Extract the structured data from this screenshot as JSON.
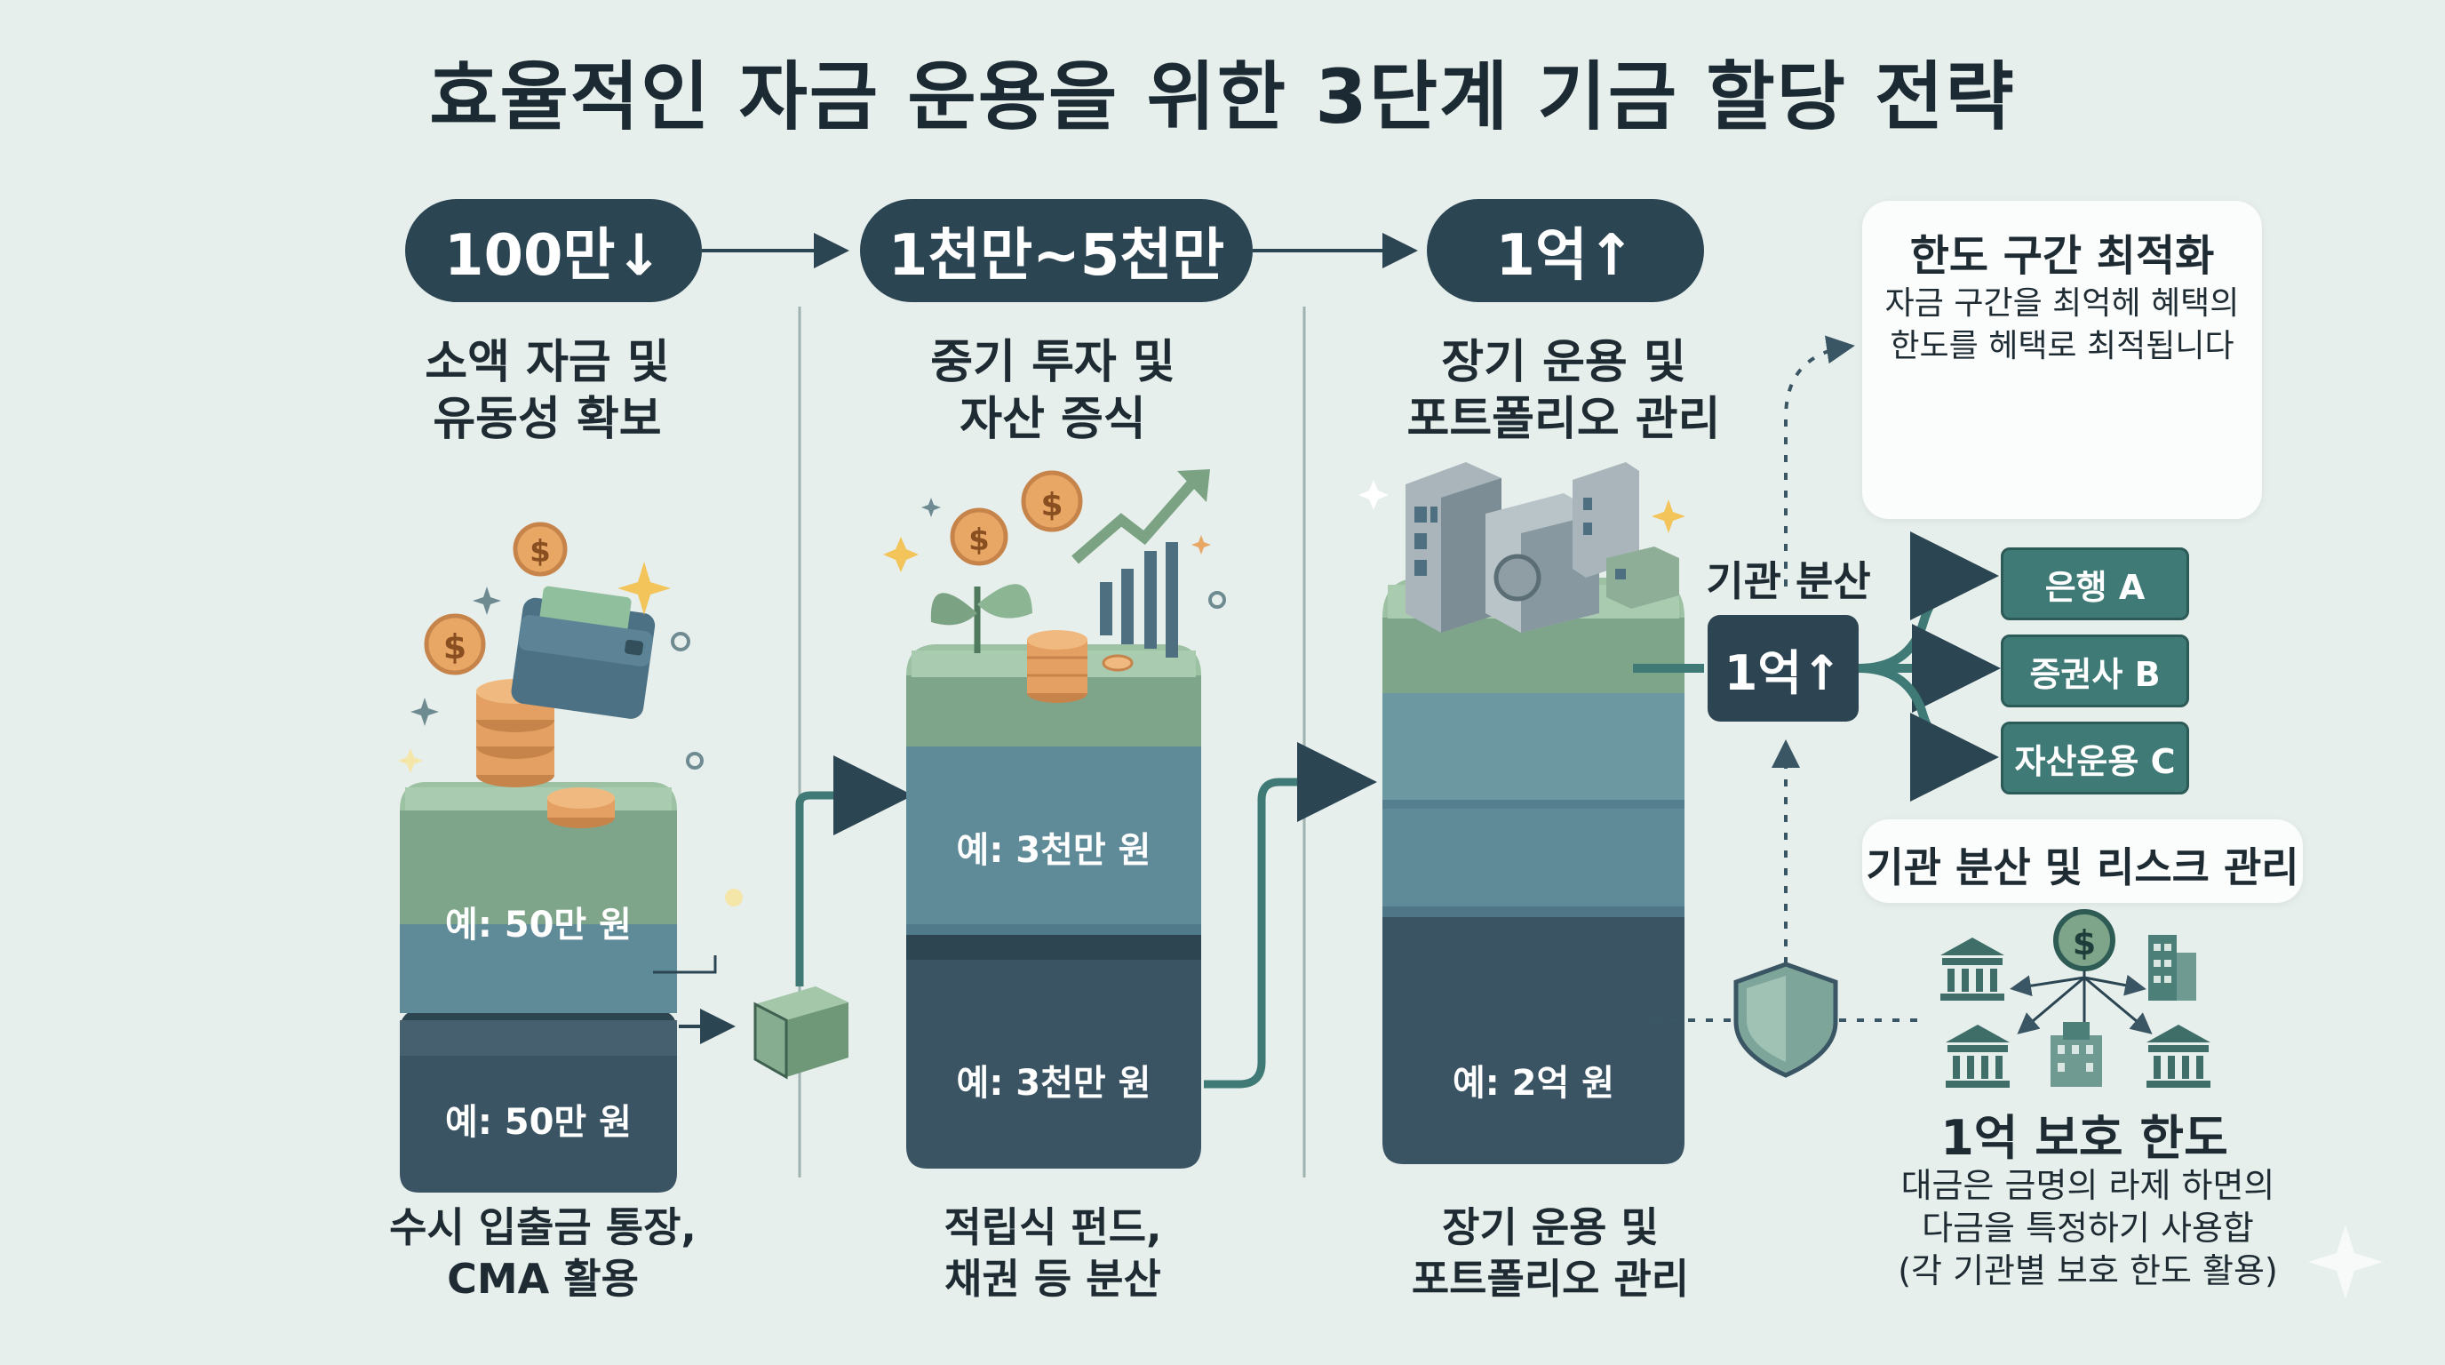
{
  "title": "효율적인 자금 운용을 위한 3단계 기금 할당 전략",
  "stages": [
    {
      "badge": "100만↓",
      "heading_line1": "소액 자금 및",
      "heading_line2": "유동성 확보",
      "layer_top_label": "예: 50만 원",
      "layer_bottom_label": "예: 50만 원",
      "footer_line1": "수시 입출금 통장,",
      "footer_line2": "CMA 활용"
    },
    {
      "badge": "1천만~5천만",
      "heading_line1": "중기 투자 및",
      "heading_line2": "자산 증식",
      "layer_top_label": "예: 3천만 원",
      "layer_bottom_label": "예: 3천만 원",
      "footer_line1": "적립식 펀드,",
      "footer_line2": "채권 등 분산"
    },
    {
      "badge": "1억↑",
      "heading_line1": "장기 운용 및",
      "heading_line2": "포트폴리오 관리",
      "layer_label": "예: 2억 원",
      "footer_line1": "장기 운용 및",
      "footer_line2": "포트폴리오 관리"
    }
  ],
  "limit_card": {
    "title": "한도 구간 최적화",
    "text_line1": "자금 구간을 최억헤 혜택의",
    "text_line2": "한도를 헤택로 최적됩니다"
  },
  "distribution": {
    "label": "기관 분산",
    "amount": "1억↑",
    "institutions": [
      "은행 A",
      "증권사 B",
      "자산운용 C"
    ]
  },
  "risk": {
    "title": "기관 분산 및 리스크 관리",
    "protect_title": "1억 보호 한도",
    "text_line1": "대금은 금명의 라제 하면의",
    "text_line2": "다금을 특정하기 사용합",
    "text_line3": "(각 기관별 보호 한도 활용)"
  },
  "colors": {
    "background": "#e7efec",
    "navy": "#2c4553",
    "teal": "#3f7a76",
    "green_layer": "#86ad8f",
    "blue_layer": "#5f8a98",
    "dark_layer": "#3c5564",
    "coin": "#e8a765"
  },
  "icons": [
    "coin-icon",
    "wallet-icon",
    "sparkle-icon",
    "plant-icon",
    "trend-arrow-icon",
    "bar-chart-icon",
    "building-icon",
    "safe-icon",
    "bucket-icon",
    "swap-arrows-icon",
    "shield-icon",
    "bank-icon"
  ]
}
